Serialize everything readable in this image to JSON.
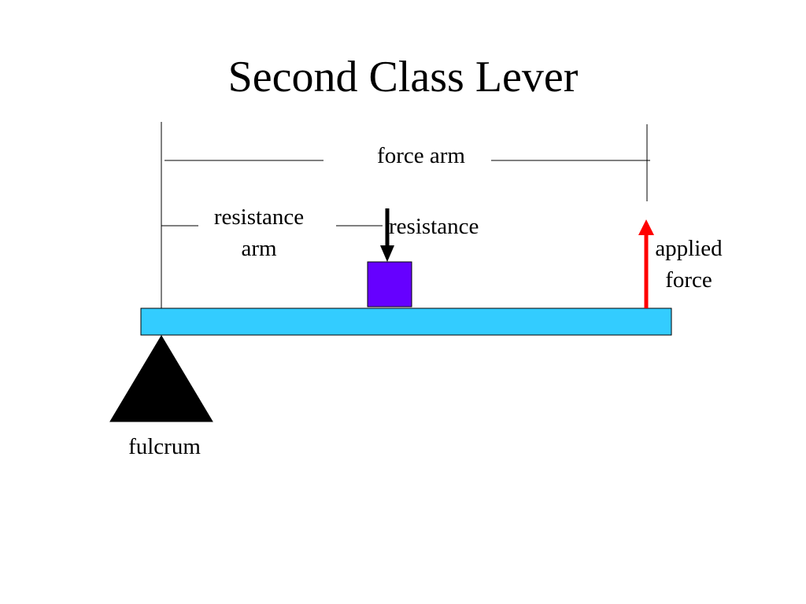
{
  "title": "Second Class Lever",
  "labels": {
    "force_arm": "force arm",
    "resistance_arm_line1": "resistance",
    "resistance_arm_line2": "arm",
    "resistance": "resistance",
    "applied_force_line1": "applied",
    "applied_force_line2": "force",
    "fulcrum": "fulcrum"
  },
  "colors": {
    "lever": "#33ccff",
    "resistance_block": "#6600ff",
    "applied_force_arrow": "#ff0000",
    "resistance_arrow": "#000000",
    "fulcrum": "#000000"
  }
}
